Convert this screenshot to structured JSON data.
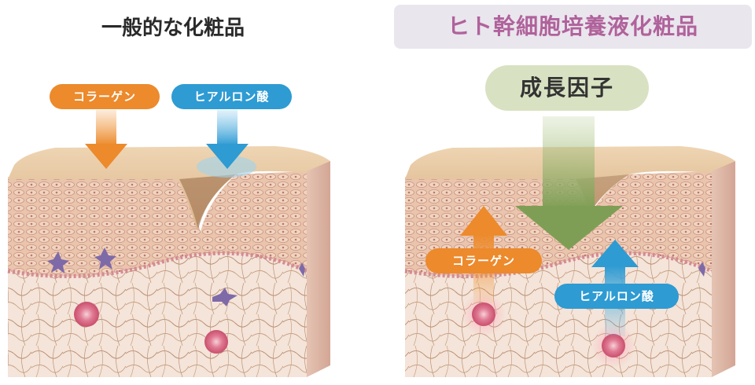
{
  "left_panel": {
    "title": "一般的な化粧品",
    "collagen_label": "コラーゲン",
    "hyaluronic_label": "ヒアルロン酸"
  },
  "right_panel": {
    "title": "ヒト幹細胞培養液化粧品",
    "growth_factor_label": "成長因子",
    "collagen_label": "コラーゲン",
    "hyaluronic_label": "ヒアルロン酸"
  },
  "colors": {
    "title_accent": "#b0629b",
    "collagen": "#ec8a2c",
    "hyaluronic": "#2e9bd3",
    "growth_factor": "#8fae6a",
    "skin_surface": "#e8c9a4",
    "dermis": "#f3e2d6"
  },
  "icons": [
    "down-arrow-icon",
    "up-arrow-icon",
    "fibroblast-cell-icon"
  ]
}
